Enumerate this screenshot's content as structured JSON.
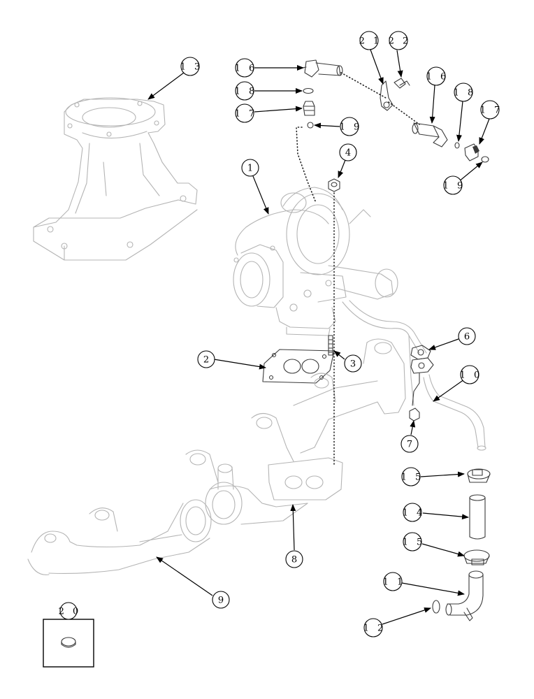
{
  "diagram": {
    "callouts": [
      {
        "id": "c1",
        "label": "1 3"
      },
      {
        "id": "c2",
        "label": "1 6"
      },
      {
        "id": "c3",
        "label": "1 8"
      },
      {
        "id": "c4",
        "label": "1 7"
      },
      {
        "id": "c5",
        "label": "1 9"
      },
      {
        "id": "c6",
        "label": "2 1"
      },
      {
        "id": "c7",
        "label": "2 2"
      },
      {
        "id": "c8",
        "label": "1 6"
      },
      {
        "id": "c9",
        "label": "1 8"
      },
      {
        "id": "c10",
        "label": "1 7"
      },
      {
        "id": "c11",
        "label": "1 9"
      },
      {
        "id": "c12",
        "label": "4"
      },
      {
        "id": "c13",
        "label": "1"
      },
      {
        "id": "c14",
        "label": "2"
      },
      {
        "id": "c15",
        "label": "3"
      },
      {
        "id": "c16",
        "label": "6"
      },
      {
        "id": "c17",
        "label": "1 0"
      },
      {
        "id": "c18",
        "label": "7"
      },
      {
        "id": "c19",
        "label": "1 5"
      },
      {
        "id": "c20",
        "label": "1 4"
      },
      {
        "id": "c21",
        "label": "1 5"
      },
      {
        "id": "c22",
        "label": "8"
      },
      {
        "id": "c23",
        "label": "9"
      },
      {
        "id": "c24",
        "label": "1 1"
      },
      {
        "id": "c25",
        "label": "1 2"
      },
      {
        "id": "c26",
        "label": "2 0"
      }
    ]
  }
}
